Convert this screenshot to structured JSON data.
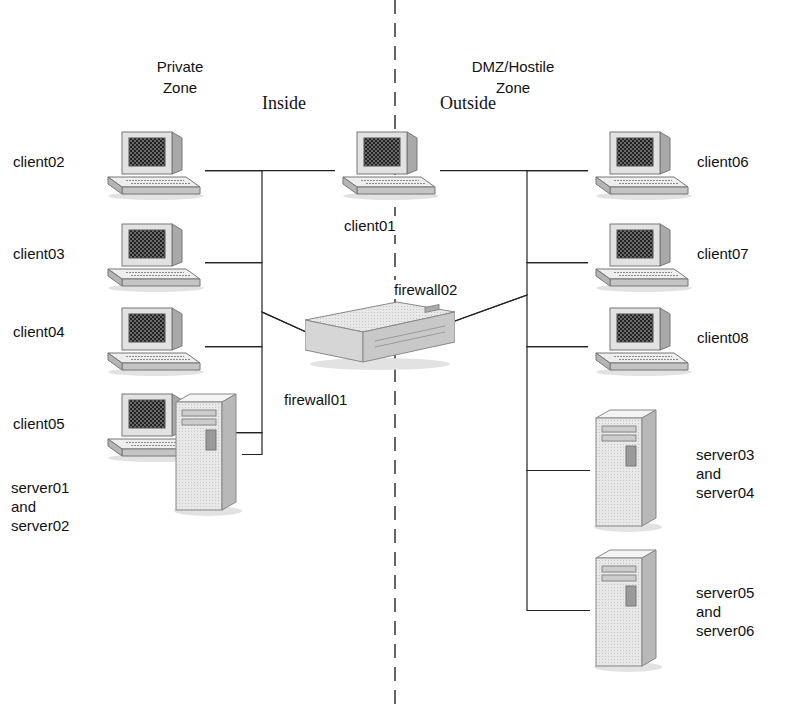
{
  "diagram": {
    "nodes": [
      {
        "text": [
          "client02"
        ]
      },
      {
        "text": [
          "client03"
        ]
      },
      {
        "text": [
          "client04"
        ]
      },
      {
        "text": [
          "client05"
        ]
      },
      {
        "text": [
          "server01 and server02"
        ]
      },
      {
        "text": [
          "client01"
        ]
      },
      {
        "text": [
          "firewall02",
          "firewall01"
        ]
      },
      {
        "text": [
          "client06"
        ]
      },
      {
        "text": [
          "client07"
        ]
      },
      {
        "text": [
          "client08"
        ]
      },
      {
        "text": [
          "server03 and server04"
        ]
      },
      {
        "text": [
          "server05 and server06"
        ]
      }
    ],
    "edges": [
      {
        "from": 0,
        "to": 5,
        "arrow": "none"
      },
      {
        "from": 0,
        "to": 1,
        "arrow": "none"
      },
      {
        "from": 1,
        "to": 6,
        "arrow": "none"
      },
      {
        "from": 6,
        "to": 2,
        "arrow": "none"
      },
      {
        "from": 2,
        "to": 3,
        "arrow": "none"
      },
      {
        "from": 3,
        "to": 4,
        "arrow": "none"
      },
      {
        "from": 5,
        "to": 7,
        "arrow": "none"
      },
      {
        "from": 7,
        "to": 8,
        "arrow": "none"
      },
      {
        "from": 8,
        "to": 6,
        "arrow": "none"
      },
      {
        "from": 6,
        "to": 9,
        "arrow": "none"
      },
      {
        "from": 9,
        "to": 10,
        "arrow": "none"
      },
      {
        "from": 10,
        "to": 11,
        "arrow": "none"
      }
    ],
    "labels": [
      "Private Zone",
      "DMZ/Hostile Zone",
      "Inside",
      "Outside"
    ]
  }
}
